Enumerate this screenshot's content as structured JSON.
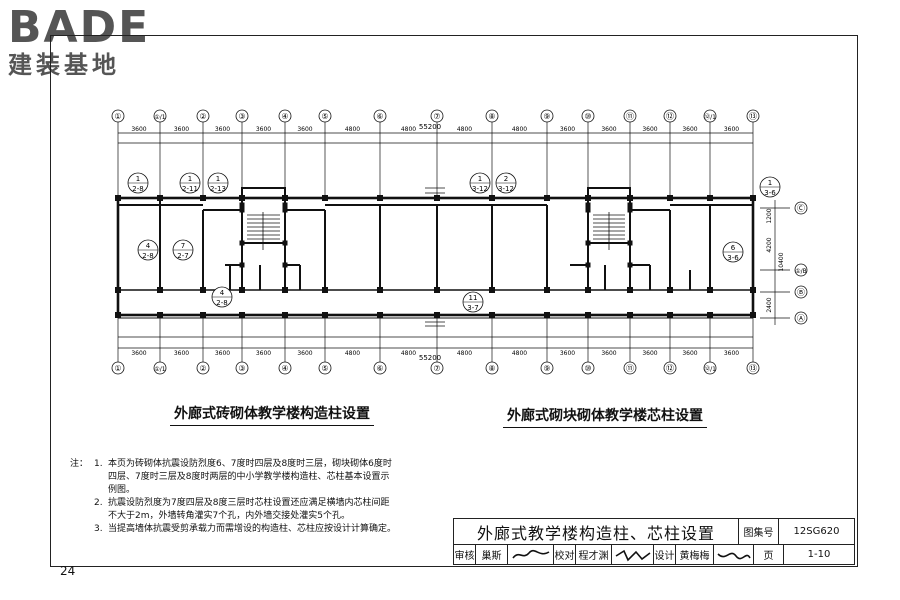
{
  "logo": {
    "en": "BADE",
    "cn": "建装基地"
  },
  "plan": {
    "axes": [
      "①",
      "①/1",
      "②",
      "③",
      "④",
      "⑤",
      "⑥",
      "⑦",
      "⑧",
      "⑨",
      "⑩",
      "⑪",
      "⑫",
      "⑫/1",
      "⑬"
    ],
    "row_axes": [
      "Ⓒ",
      "①/B",
      "Ⓑ",
      "Ⓐ"
    ],
    "total_top": "55200",
    "total_bottom": "55200",
    "top_dims": [
      "3600",
      "3600",
      "3600",
      "3600",
      "3600",
      "4800",
      "4800",
      "4800",
      "4800",
      "3600",
      "3600",
      "3600",
      "3600",
      "3600"
    ],
    "side_dims": [
      "1200",
      "4200",
      "10400",
      "2400"
    ],
    "tags": [
      {
        "a": "1",
        "b": "2-8"
      },
      {
        "a": "1",
        "b": "2-11"
      },
      {
        "a": "1",
        "b": "2-13"
      },
      {
        "a": "4",
        "b": "2-8"
      },
      {
        "a": "7",
        "b": "2-7"
      },
      {
        "a": "4",
        "b": "2-8"
      },
      {
        "a": "1",
        "b": "3-12"
      },
      {
        "a": "2",
        "b": "3-12"
      },
      {
        "a": "1",
        "b": "3-6"
      },
      {
        "a": "6",
        "b": "3-6"
      },
      {
        "a": "11",
        "b": "3-7"
      }
    ]
  },
  "captions": {
    "left": "外廊式砖砌体教学楼构造柱设置",
    "right": "外廊式砌块砌体教学楼芯柱设置"
  },
  "notes": {
    "label": "注：",
    "items": [
      {
        "num": "1.",
        "lines": [
          "本页为砖砌体抗震设防烈度6、7度时四层及8度时三层，砌块砌体6度时",
          "四层、7度时三层及8度时两层的中小学教学楼构造柱、芯柱基本设置示",
          "例图。"
        ]
      },
      {
        "num": "2.",
        "lines": [
          "抗震设防烈度为7度四层及8度三层时芯柱设置还应满足横墙内芯柱间距",
          "不大于2m，外墙转角灌实7个孔，内外墙交接处灌实5个孔。"
        ]
      },
      {
        "num": "3.",
        "lines": [
          "当提高墙体抗震受剪承载力而需增设的构造柱、芯柱应按设计计算确定。"
        ]
      }
    ]
  },
  "title_block": {
    "title": "外廊式教学楼构造柱、芯柱设置",
    "atlas_label": "图集号",
    "atlas_no": "12SG620",
    "review_label": "审核",
    "reviewer": "巢斯",
    "check_label": "校对",
    "checker": "程才渊",
    "design_label": "设计",
    "designer": "黄梅梅",
    "page_label": "页",
    "page_no": "1-10"
  },
  "page_number": "24"
}
